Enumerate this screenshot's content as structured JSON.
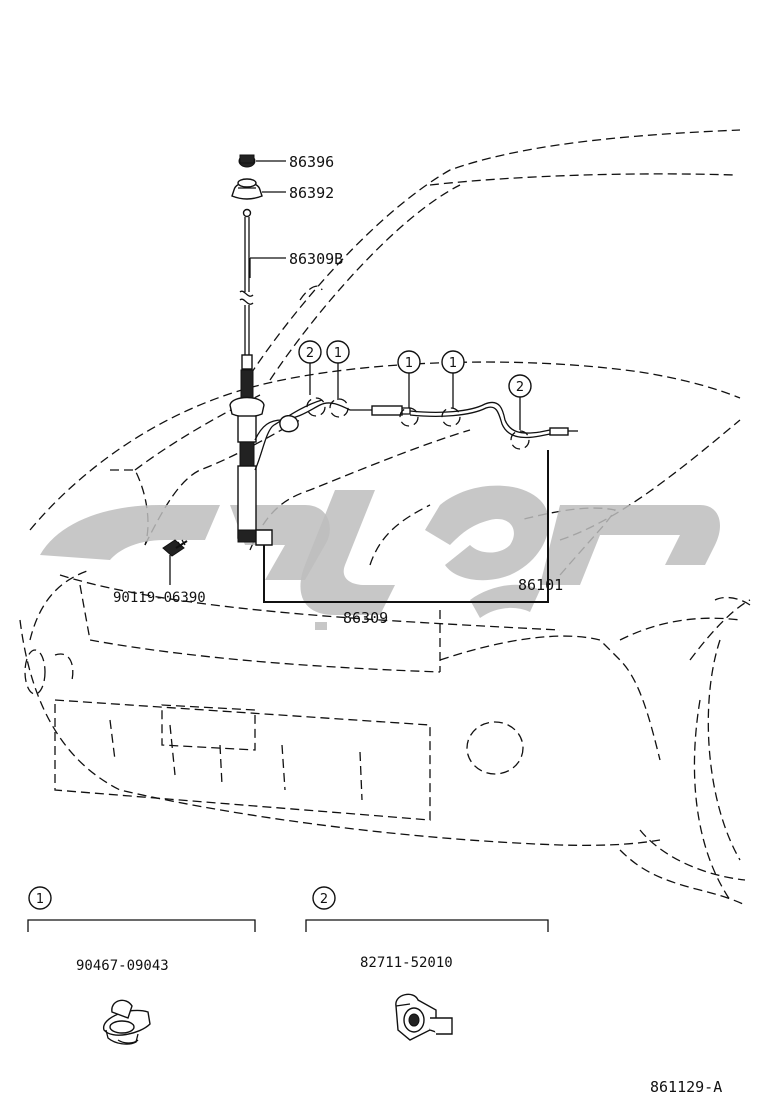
{
  "parts": {
    "cap": "86396",
    "base": "86392",
    "rod": "86309B",
    "bolt": "90119-06390",
    "cable_outer": "86309",
    "cord": "86101"
  },
  "callouts": {
    "one": "1",
    "two": "2"
  },
  "detail_1": {
    "number": "1",
    "part": "90467-09043"
  },
  "detail_2": {
    "number": "2",
    "part": "82711-52010"
  },
  "diagram_id": "861129-A",
  "watermark_color": "#bdbdbd"
}
